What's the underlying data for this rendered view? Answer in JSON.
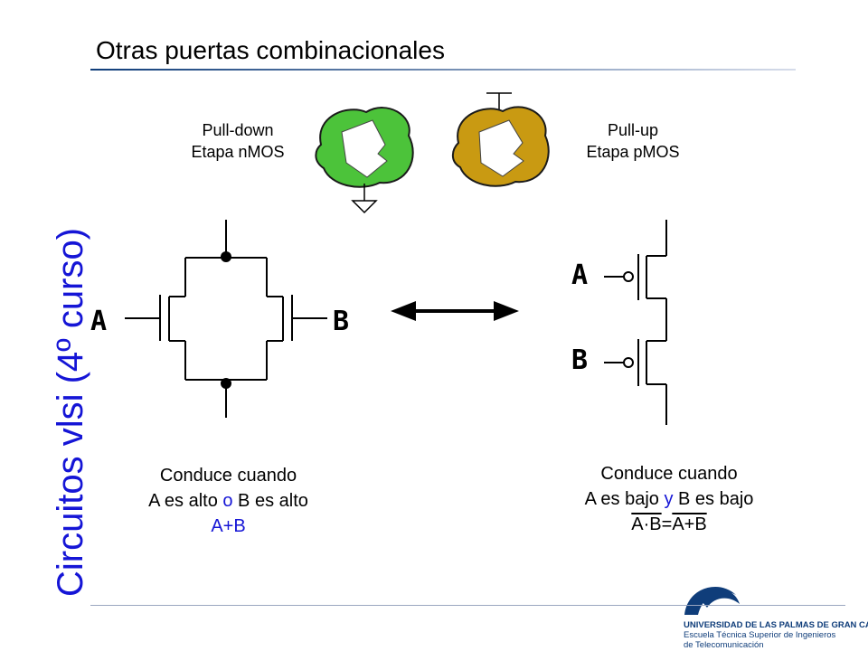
{
  "title": "Otras puertas combinacionales",
  "vertical_title": "Circuitos vlsi (4º curso)",
  "pulldown": {
    "line1": "Pull-down",
    "line2": "Etapa nMOS",
    "color": "#4cc33a"
  },
  "pullup": {
    "line1": "Pull-up",
    "line2": "Etapa pMOS",
    "color": "#c99a12"
  },
  "left_circuit": {
    "input_a": "A",
    "input_b": "B"
  },
  "right_circuit": {
    "input_a": "A",
    "input_b": "B"
  },
  "left_caption": {
    "line1": "Conduce cuando",
    "line2_a": "A es alto ",
    "line2_op": "o",
    "line2_b": " B es alto",
    "expr": "A+B"
  },
  "right_caption": {
    "line1": "Conduce cuando",
    "line2_a": "A es bajo ",
    "line2_op": "y",
    "line2_b": " B es bajo",
    "expr_left": "A·B",
    "expr_eq": "=",
    "expr_right": "A+B"
  },
  "logo": {
    "line1": "UNIVERSIDAD DE LAS PALMAS DE GRAN CANARIA",
    "line2": "Escuela Técnica Superior de Ingenieros",
    "line3": "de Telecomunicación"
  },
  "colors": {
    "accent_blue": "#1515d6",
    "navy": "#0f3d7a"
  }
}
